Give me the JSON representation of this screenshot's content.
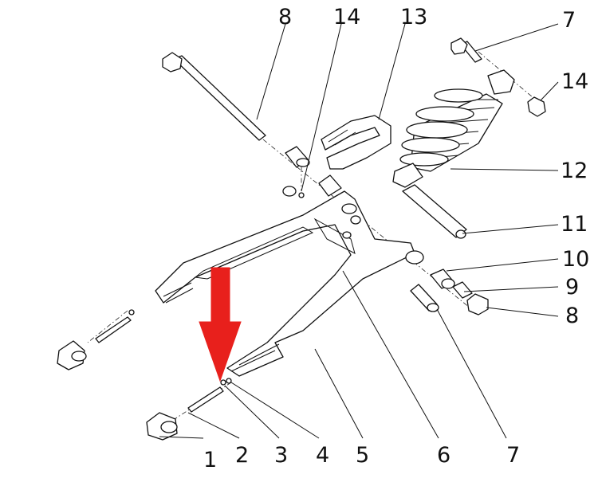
{
  "callouts": {
    "c1": "1",
    "c2": "2",
    "c3": "3",
    "c4": "4",
    "c5": "5",
    "c6": "6",
    "c7_bottom": "7",
    "c8_bottom": "8",
    "c9": "9",
    "c10": "10",
    "c11": "11",
    "c12": "12",
    "c7_top": "7",
    "c8_top": "8",
    "c13": "13",
    "c14_top": "14",
    "c14_right": "14"
  },
  "colors": {
    "line": "#111111",
    "arrow": "#e8201c",
    "background": "#ffffff"
  }
}
